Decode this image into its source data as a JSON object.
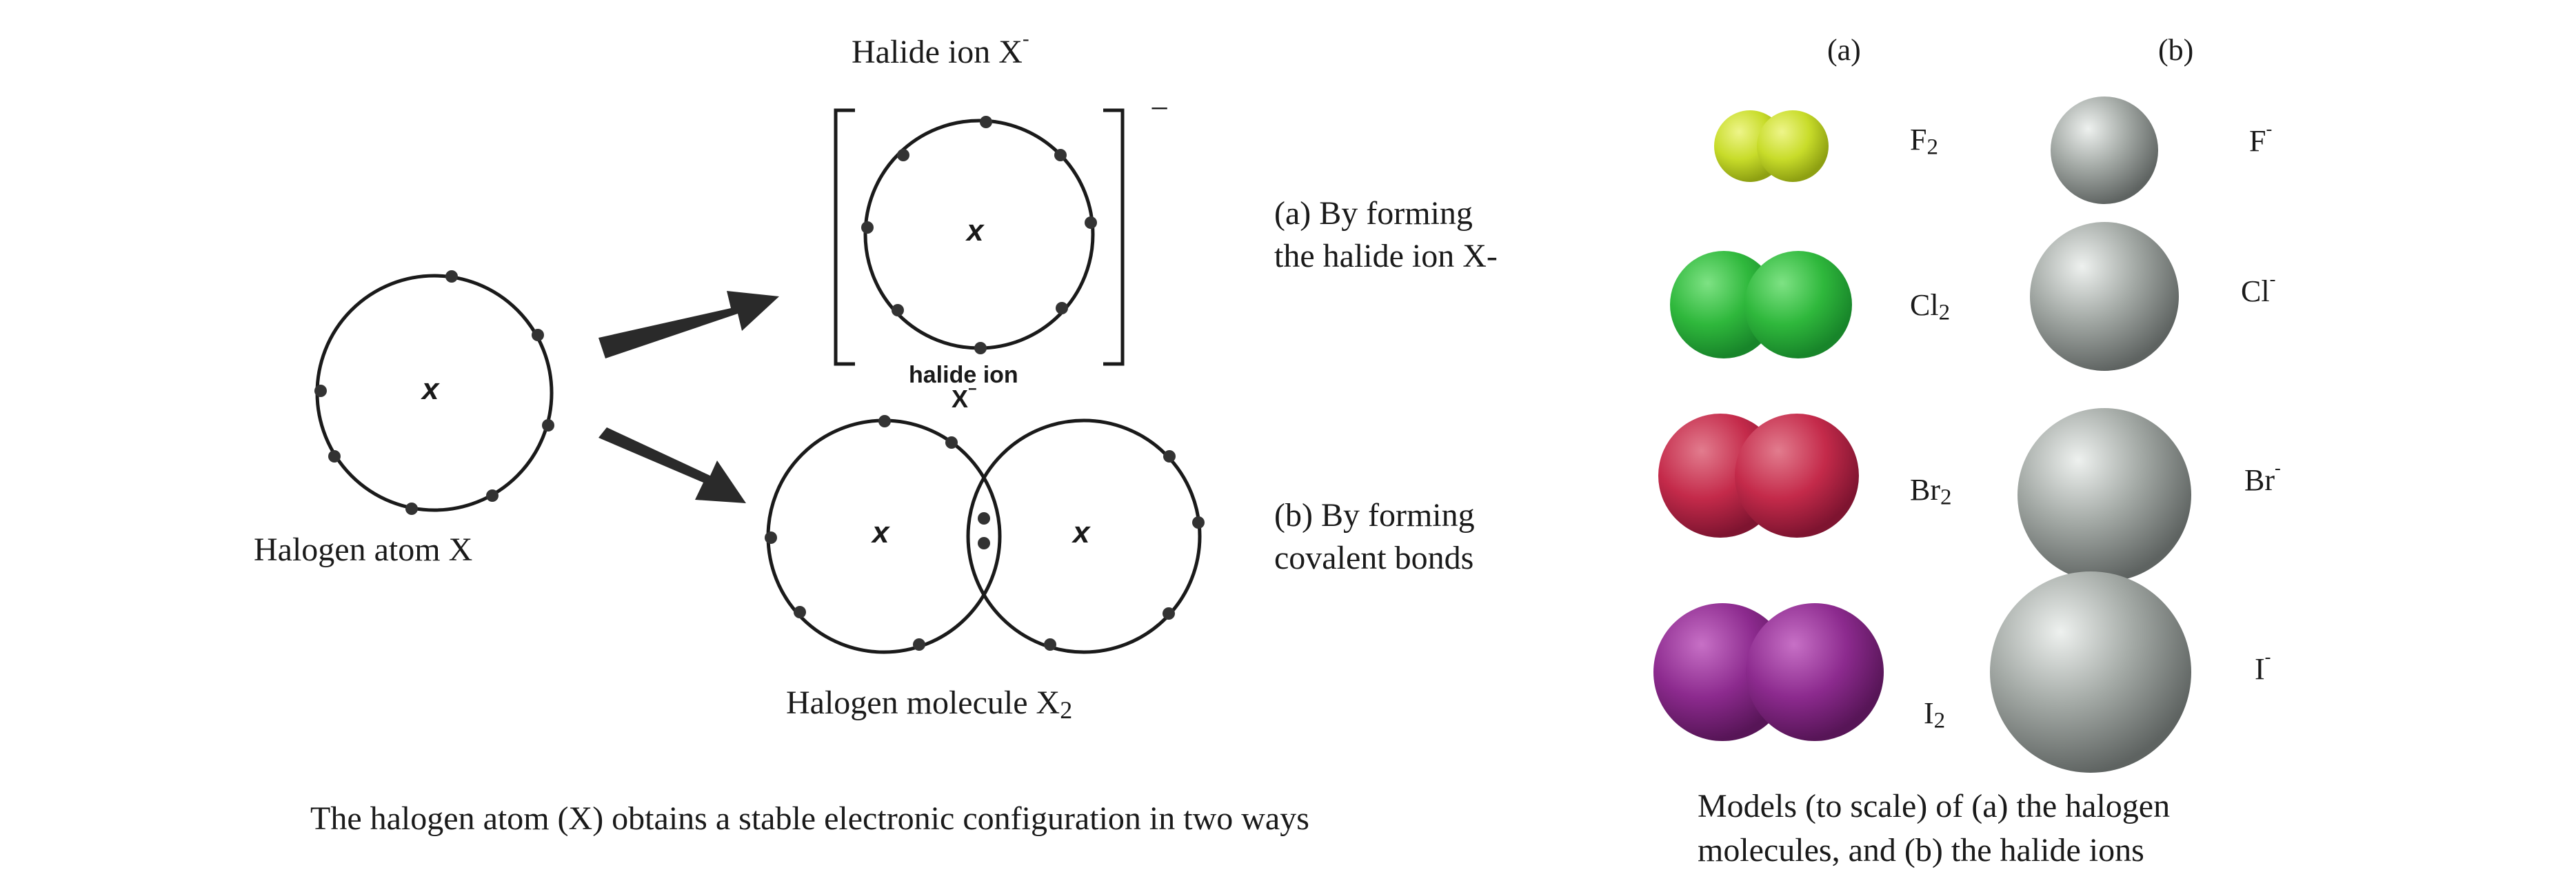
{
  "left_diagram": {
    "title_halide": {
      "text": "Halide ion X",
      "sup": "-"
    },
    "halide_charge": "−",
    "atom_symbol": "x",
    "halide_caption": "halide ion",
    "halide_caption_symbol": {
      "text": "X",
      "sup": "−"
    },
    "halogen_atom_label": "Halogen atom X",
    "way_a": {
      "line1": "(a) By forming",
      "line2": "the halide ion X-"
    },
    "way_b": {
      "line1": "(b) By forming",
      "line2": "covalent bonds"
    },
    "molecule_label": {
      "text": "Halogen molecule X",
      "sub": "2"
    },
    "caption": "The halogen atom (X) obtains a stable electronic configuration in two ways"
  },
  "right_diagram": {
    "col_a": "(a)",
    "col_b": "(b)",
    "rows": [
      {
        "molecule": {
          "base": "F",
          "sub": "2"
        },
        "ion": {
          "base": "F",
          "sup": "-"
        },
        "color": "#c8dc2a"
      },
      {
        "molecule": {
          "base": "Cl",
          "sub": "2"
        },
        "ion": {
          "base": "Cl",
          "sup": "-"
        },
        "color": "#2fb83c"
      },
      {
        "molecule": {
          "base": "Br",
          "sub": "2"
        },
        "ion": {
          "base": "Br",
          "sup": "-"
        },
        "color": "#c42a4a"
      },
      {
        "molecule": {
          "base": "I",
          "sub": "2"
        },
        "ion": {
          "base": "I",
          "sup": "-"
        },
        "color": "#8c2a8e"
      }
    ],
    "caption": {
      "line1": "Models (to scale) of (a) the halogen",
      "line2": "molecules, and (b) the halide ions"
    },
    "ion_color": "#9aa09c"
  }
}
